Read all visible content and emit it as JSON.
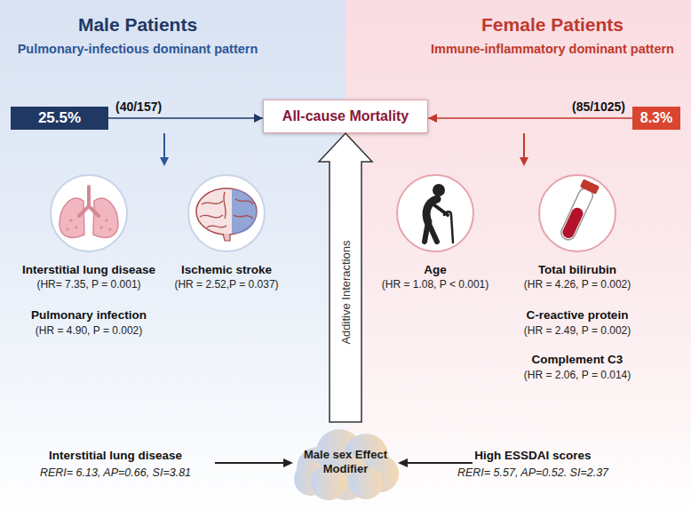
{
  "diagram": {
    "nodes": [
      {
        "text": [
          "Male Patients",
          "Pulmonary-infectious dominant pattern"
        ]
      },
      {
        "text": [
          "Female Patients",
          "Immune-inflammatory dominant pattern"
        ]
      },
      {
        "text": [
          "25.5%"
        ],
        "in": 0
      },
      {
        "text": [
          "All-cause Mortality"
        ]
      },
      {
        "text": [
          "8.3%"
        ],
        "in": 1
      },
      {
        "text": [
          "Interstitial lung disease",
          "(HR= 7.35, P = 0.001)"
        ],
        "in": 0
      },
      {
        "text": [
          "Ischemic stroke",
          "(HR = 2.52,P = 0.037)"
        ],
        "in": 0
      },
      {
        "text": [
          "Age",
          "(HR = 1.08, P < 0.001)"
        ],
        "in": 1
      },
      {
        "text": [
          "Total bilirubin",
          "(HR = 4.26, P = 0.002)"
        ],
        "in": 1
      },
      {
        "text": [
          "Male sex Effect Modifier"
        ]
      }
    ],
    "edges": [
      {
        "from": 2,
        "to": 3,
        "arrow": "to",
        "label": "(40/157)"
      },
      {
        "from": 4,
        "to": 3,
        "arrow": "to",
        "label": "(85/1025)"
      },
      {
        "from": 9,
        "to": 3,
        "arrow": "to",
        "label": "Additive Interactions"
      }
    ],
    "labels": [
      "Pulmonary infection",
      "(HR = 4.90, P = 0.002)",
      "C-reactive protein",
      "(HR = 2.49, P = 0.002)",
      "Complement C3",
      "(HR = 2.06, P = 0.014)",
      "Interstitial lung disease",
      "RERI= 6.13, AP=0.66, SI=3.81",
      "High ESSDAI scores",
      "RERI= 5.57, AP=0.52. SI=2.37"
    ]
  }
}
